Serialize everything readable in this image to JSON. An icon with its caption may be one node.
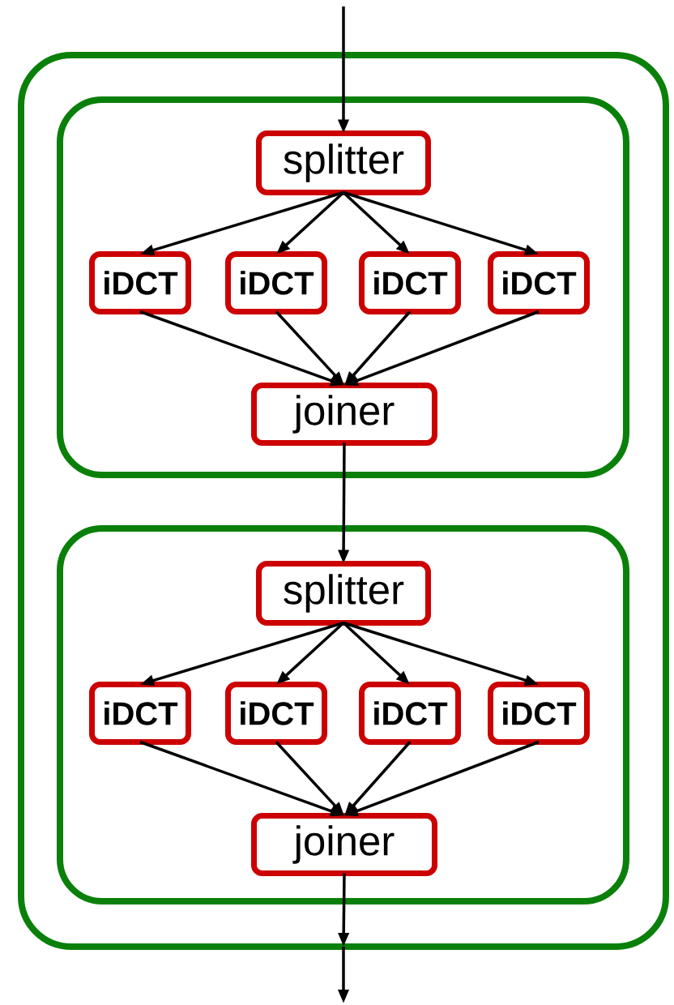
{
  "diagram": {
    "nodes": [
      {
        "text": [],
        "shape": "box"
      },
      {
        "text": [],
        "shape": "box",
        "in": 0
      },
      {
        "text": [
          "splitter"
        ],
        "in": 1
      },
      {
        "text": [
          "iDCT"
        ],
        "in": 1
      },
      {
        "text": [
          "iDCT"
        ],
        "in": 1
      },
      {
        "text": [
          "iDCT"
        ],
        "in": 1
      },
      {
        "text": [
          "iDCT"
        ],
        "in": 1
      },
      {
        "text": [
          "joiner"
        ],
        "in": 1
      },
      {
        "text": [],
        "shape": "box",
        "in": 0
      },
      {
        "text": [
          "splitter"
        ],
        "in": 8
      },
      {
        "text": [
          "iDCT"
        ],
        "in": 8
      },
      {
        "text": [
          "iDCT"
        ],
        "in": 8
      },
      {
        "text": [
          "iDCT"
        ],
        "in": 8
      },
      {
        "text": [
          "iDCT"
        ],
        "in": 8
      },
      {
        "text": [
          "joiner"
        ],
        "in": 8
      }
    ],
    "edges": [
      {
        "from": null,
        "to": 2,
        "arrow": "to"
      },
      {
        "from": 2,
        "to": 3,
        "arrow": "to"
      },
      {
        "from": 2,
        "to": 4,
        "arrow": "to"
      },
      {
        "from": 2,
        "to": 5,
        "arrow": "to"
      },
      {
        "from": 2,
        "to": 6,
        "arrow": "to"
      },
      {
        "from": 3,
        "to": 7,
        "arrow": "to"
      },
      {
        "from": 4,
        "to": 7,
        "arrow": "to"
      },
      {
        "from": 5,
        "to": 7,
        "arrow": "to"
      },
      {
        "from": 6,
        "to": 7,
        "arrow": "to"
      },
      {
        "from": 7,
        "to": 9,
        "arrow": "to"
      },
      {
        "from": 9,
        "to": 10,
        "arrow": "to"
      },
      {
        "from": 9,
        "to": 11,
        "arrow": "to"
      },
      {
        "from": 9,
        "to": 12,
        "arrow": "to"
      },
      {
        "from": 9,
        "to": 13,
        "arrow": "to"
      },
      {
        "from": 10,
        "to": 14,
        "arrow": "to"
      },
      {
        "from": 11,
        "to": 14,
        "arrow": "to"
      },
      {
        "from": 12,
        "to": 14,
        "arrow": "to"
      },
      {
        "from": 13,
        "to": 14,
        "arrow": "to"
      },
      {
        "from": 14,
        "to": 0,
        "arrow": "to"
      },
      {
        "from": 0,
        "to": null,
        "arrow": "to"
      }
    ]
  }
}
